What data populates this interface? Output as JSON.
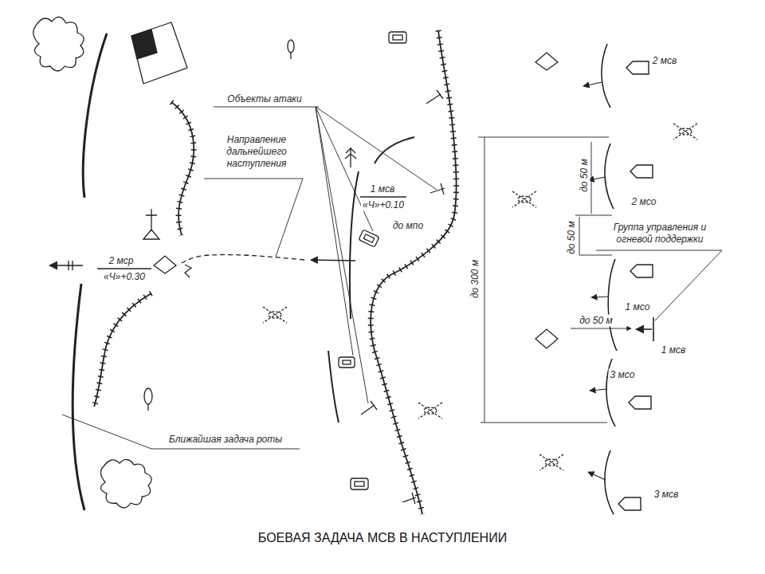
{
  "diagram": {
    "caption": "БОЕВАЯ ЗАДАЧА МСВ В НАСТУПЛЕНИИ",
    "labels": [
      "Объекты атаки",
      "Направление дальнейшего наступления",
      "2 мсв",
      "1 мсв",
      "«Ч»+0.10",
      "до 50 м",
      "2 мсо",
      "до мпо",
      "Группа управления и огневой поддержки",
      "до 50 м",
      "2 мср",
      "«Ч»+0.30",
      "до 300 м",
      "1 мсо",
      "до 50 м",
      "1 мсв",
      "3 мсо",
      "Ближайшая задача роты",
      "3 мсв"
    ]
  }
}
